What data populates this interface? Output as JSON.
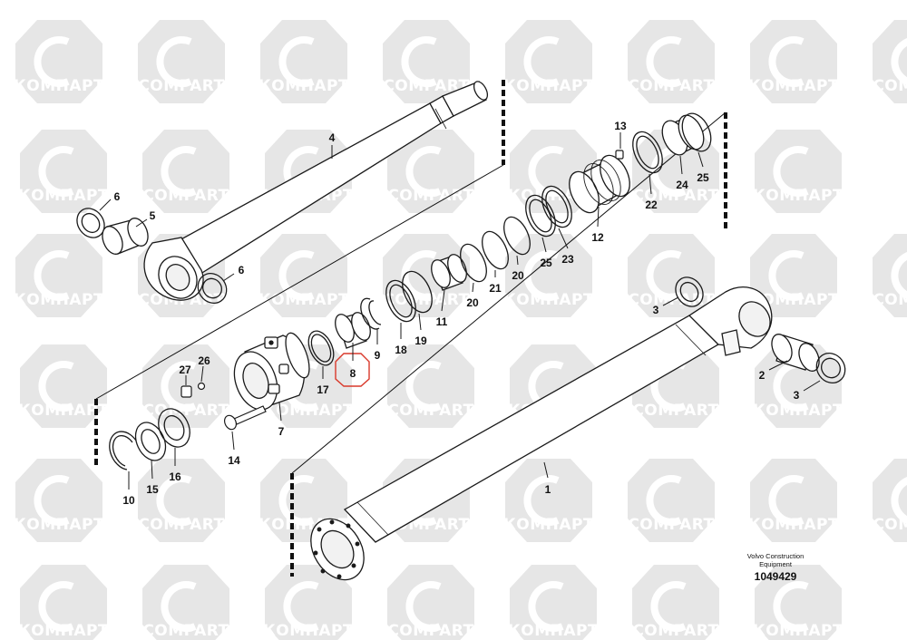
{
  "watermark": {
    "cyrillic": "КОМПАРТ",
    "latin": "COMPART"
  },
  "brand": {
    "line1": "Volvo Construction",
    "line2": "Equipment",
    "doc_number": "1049429"
  },
  "callouts": [
    {
      "id": "c1",
      "text": "1"
    },
    {
      "id": "c2",
      "text": "2"
    },
    {
      "id": "c3a",
      "text": "3"
    },
    {
      "id": "c3b",
      "text": "3"
    },
    {
      "id": "c4",
      "text": "4"
    },
    {
      "id": "c5",
      "text": "5"
    },
    {
      "id": "c6a",
      "text": "6"
    },
    {
      "id": "c6b",
      "text": "6"
    },
    {
      "id": "c7",
      "text": "7"
    },
    {
      "id": "c8",
      "text": "8"
    },
    {
      "id": "c9",
      "text": "9"
    },
    {
      "id": "c10",
      "text": "10"
    },
    {
      "id": "c11",
      "text": "11"
    },
    {
      "id": "c12",
      "text": "12"
    },
    {
      "id": "c13",
      "text": "13"
    },
    {
      "id": "c14",
      "text": "14"
    },
    {
      "id": "c15",
      "text": "15"
    },
    {
      "id": "c16",
      "text": "16"
    },
    {
      "id": "c17",
      "text": "17"
    },
    {
      "id": "c18",
      "text": "18"
    },
    {
      "id": "c19",
      "text": "19"
    },
    {
      "id": "c20a",
      "text": "20"
    },
    {
      "id": "c20b",
      "text": "20"
    },
    {
      "id": "c21",
      "text": "21"
    },
    {
      "id": "c22",
      "text": "22"
    },
    {
      "id": "c23",
      "text": "23"
    },
    {
      "id": "c24",
      "text": "24"
    },
    {
      "id": "c25a",
      "text": "25"
    },
    {
      "id": "c25b",
      "text": "25"
    },
    {
      "id": "c26",
      "text": "26"
    },
    {
      "id": "c27",
      "text": "27"
    }
  ],
  "colors": {
    "line": "#1a1a1a",
    "watermark": "#e6e6e6",
    "highlight": "#d9392b"
  }
}
